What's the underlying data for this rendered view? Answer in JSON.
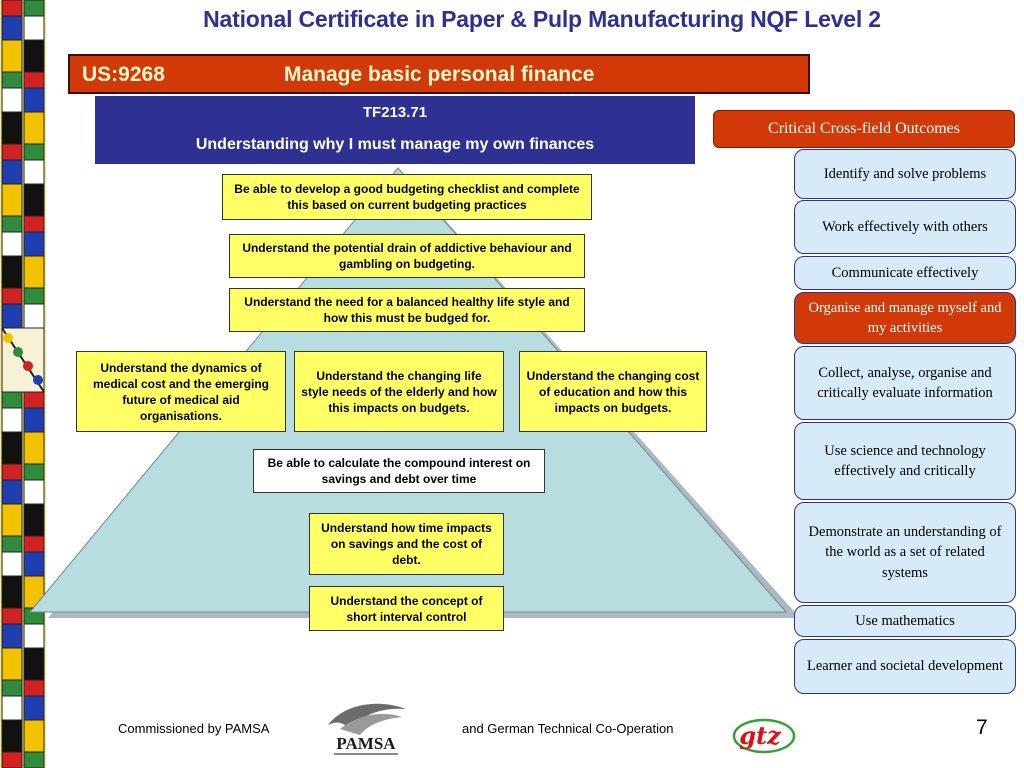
{
  "title": "National Certificate in Paper & Pulp Manufacturing NQF Level 2",
  "unit": {
    "code": "US:9268",
    "name": "Manage basic personal finance"
  },
  "tf": {
    "code": "TF213.71",
    "description": "Understanding why I must manage my own finances"
  },
  "outcomes": [
    "Be able to develop a good budgeting checklist and complete this based on current budgeting practices",
    "Understand the potential drain of addictive behaviour and gambling on budgeting.",
    "Understand the need for a balanced healthy life style and how this must be budged for.",
    "Understand the dynamics of medical cost and the emerging future of medical aid organisations.",
    "Understand the changing life style needs of the elderly and how this impacts on budgets.",
    "Understand the changing cost of education and how this impacts on budgets.",
    "Be able to calculate the compound interest on savings and debt over time",
    "Understand how time impacts on savings and the cost of debt.",
    "Understand the concept of short interval control"
  ],
  "cco": {
    "header": "Critical Cross-field Outcomes",
    "items": [
      {
        "label": "Identify and solve problems",
        "active": false
      },
      {
        "label": "Work effectively with others",
        "active": false
      },
      {
        "label": "Communicate effectively",
        "active": false
      },
      {
        "label": "Organise and manage myself and my activities",
        "active": true
      },
      {
        "label": "Collect, analyse, organise and critically evaluate information",
        "active": false
      },
      {
        "label": "Use science and technology effectively and critically",
        "active": false
      },
      {
        "label": "Demonstrate an understanding of the world as a set of related systems",
        "active": false
      },
      {
        "label": "Use mathematics",
        "active": false
      },
      {
        "label": "Learner and societal development",
        "active": false
      }
    ]
  },
  "footer": {
    "left": "Commissioned by PAMSA",
    "middle": "and German Technical Co-Operation",
    "page": "7",
    "pamsa_logo_text": "PAMSA",
    "gtz_logo_text": "gtz"
  },
  "colors": {
    "title_blue": "#2e3192",
    "accent_orange": "#d13a08",
    "outcome_yellow": "#ffff66",
    "pyramid_fill": "#b7dde0",
    "cco_fill": "#d6eaf8"
  }
}
